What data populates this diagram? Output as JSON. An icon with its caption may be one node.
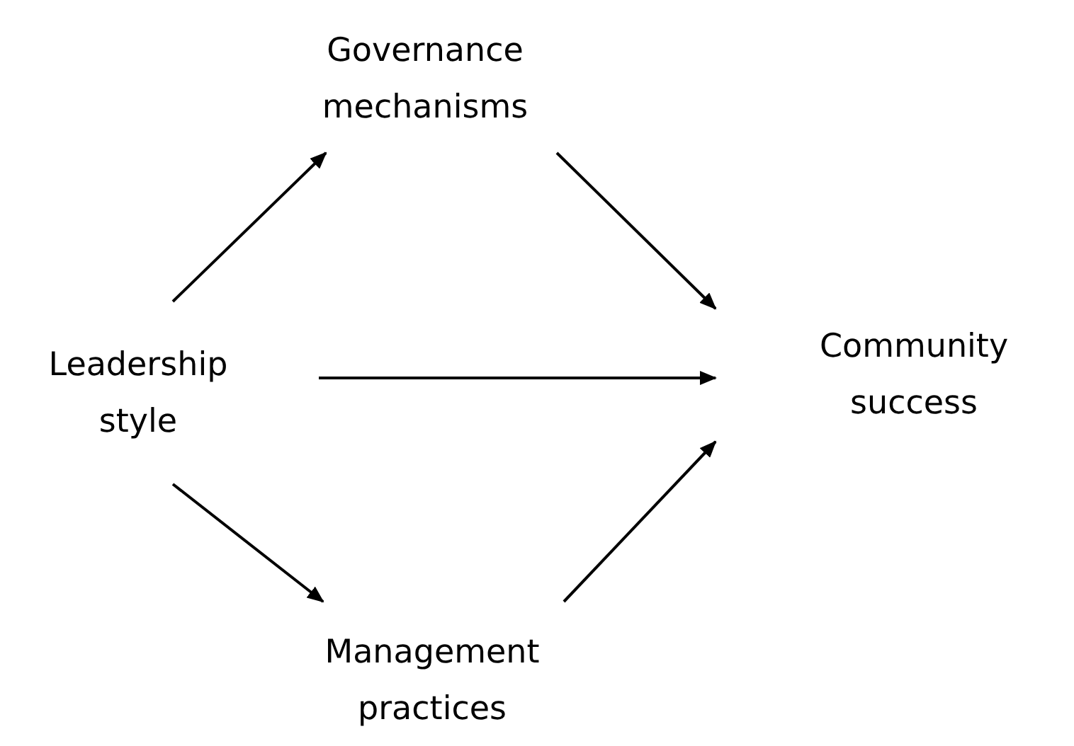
{
  "diagram": {
    "nodes": [
      {
        "text": [
          "Governance mechanisms"
        ]
      },
      {
        "text": [
          "Leadership style"
        ]
      },
      {
        "text": [
          "Community success"
        ]
      },
      {
        "text": [
          "Management practices"
        ]
      }
    ],
    "edges": [
      {
        "from": 1,
        "to": 0,
        "arrow": "to"
      },
      {
        "from": 0,
        "to": 2,
        "arrow": "to"
      },
      {
        "from": 1,
        "to": 2,
        "arrow": "to"
      },
      {
        "from": 1,
        "to": 3,
        "arrow": "to"
      },
      {
        "from": 3,
        "to": 2,
        "arrow": "to"
      }
    ]
  }
}
